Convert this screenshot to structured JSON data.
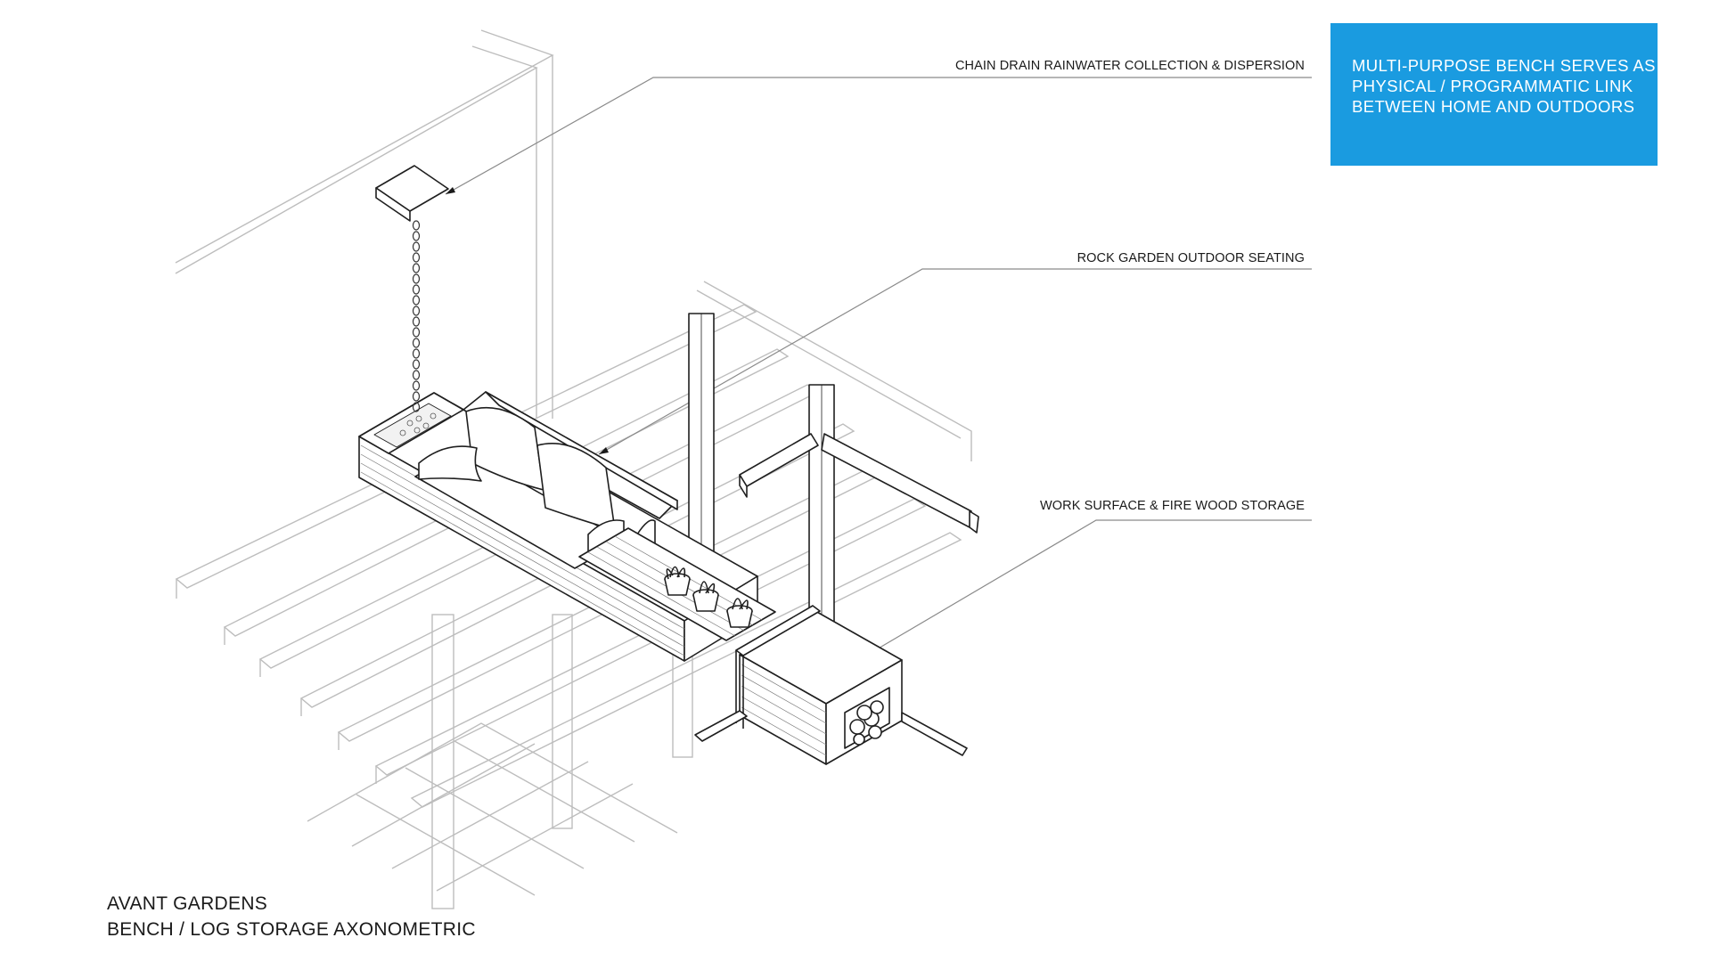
{
  "callouts": {
    "chain_drain": "CHAIN DRAIN RAINWATER COLLECTION & DISPERSION",
    "rock_garden": "ROCK GARDEN OUTDOOR SEATING",
    "work_surface": "WORK SURFACE & FIRE WOOD STORAGE"
  },
  "info_box": {
    "lines": [
      "MULTI-PURPOSE BENCH SERVES AS",
      "PHYSICAL / PROGRAMMATIC LINK",
      "BETWEEN HOME AND OUTDOORS"
    ],
    "background_color": "#1a9be0",
    "text_color": "#ffffff"
  },
  "title": {
    "line1": "AVANT GARDENS",
    "line2": "BENCH / LOG STORAGE AXONOMETRIC"
  }
}
